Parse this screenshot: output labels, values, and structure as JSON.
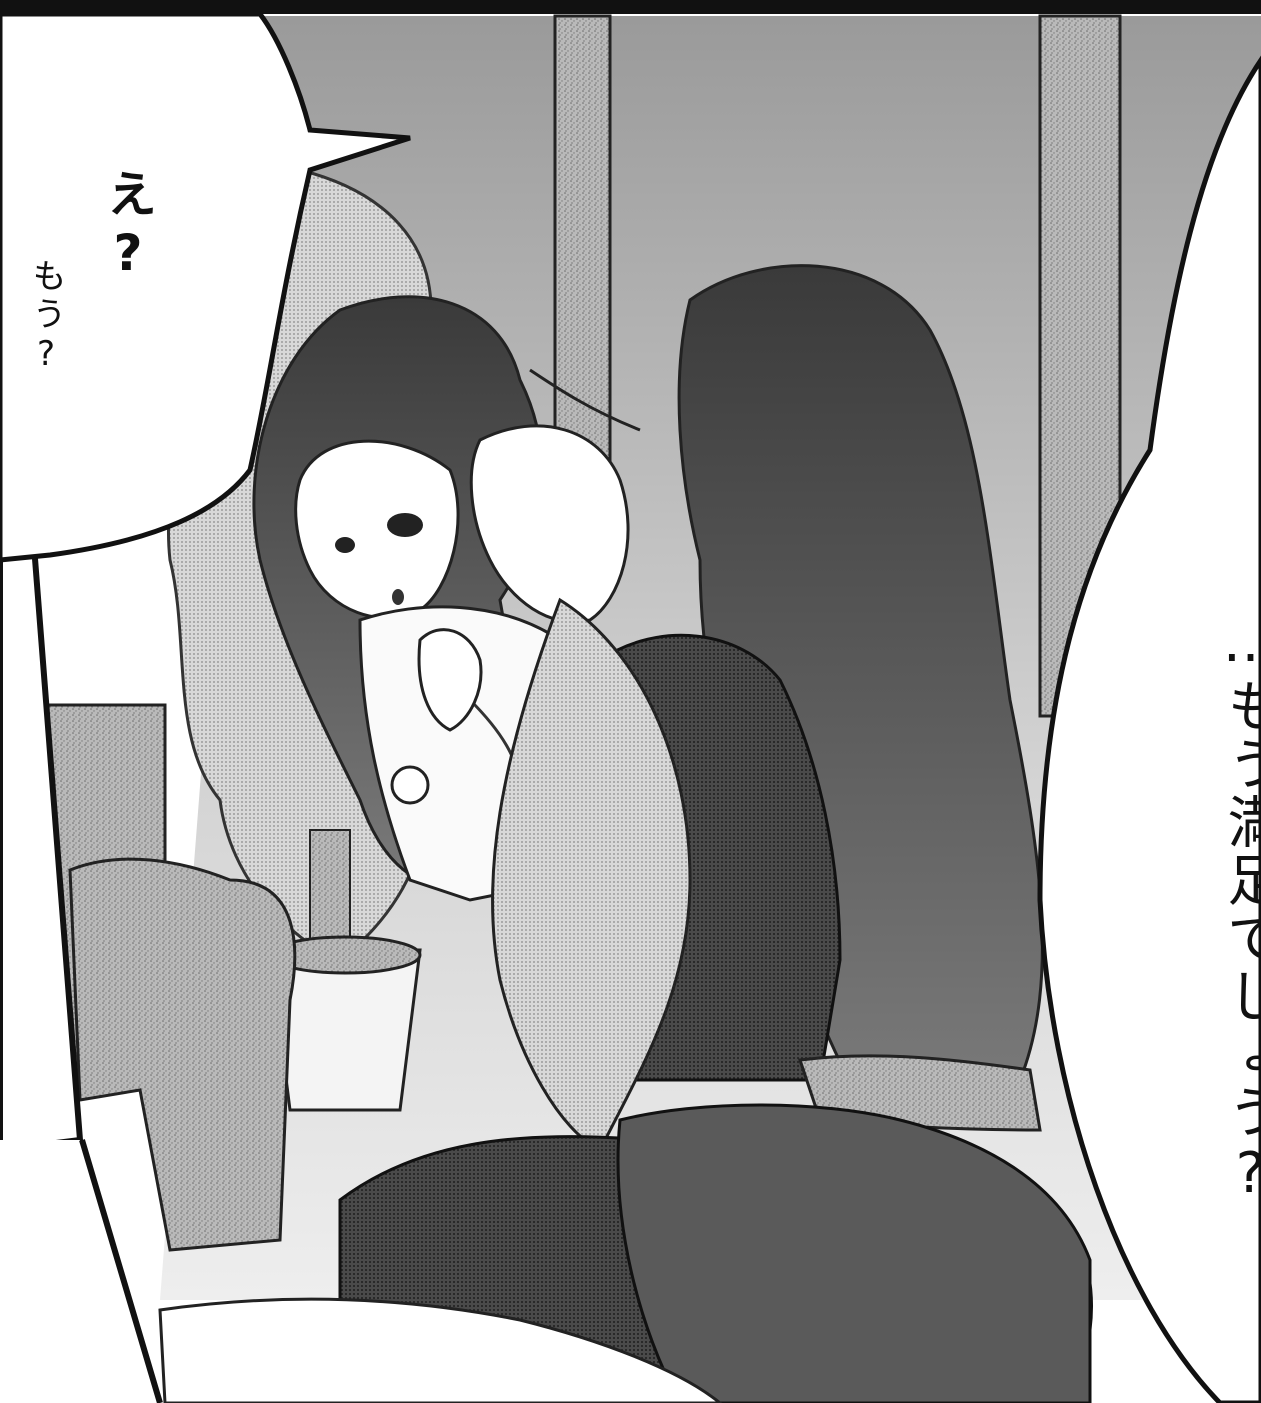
{
  "panel": {
    "speech_left": {
      "line1": "え?",
      "line2": "もう?"
    },
    "speech_right": {
      "line1": "…もう満足でしょう?"
    }
  },
  "colors": {
    "ink": "#111111",
    "paper": "#ffffff",
    "screentone_light": "#c8c8c8",
    "screentone_mid": "#8c8c8c",
    "screentone_dark": "#3a3a3a"
  }
}
